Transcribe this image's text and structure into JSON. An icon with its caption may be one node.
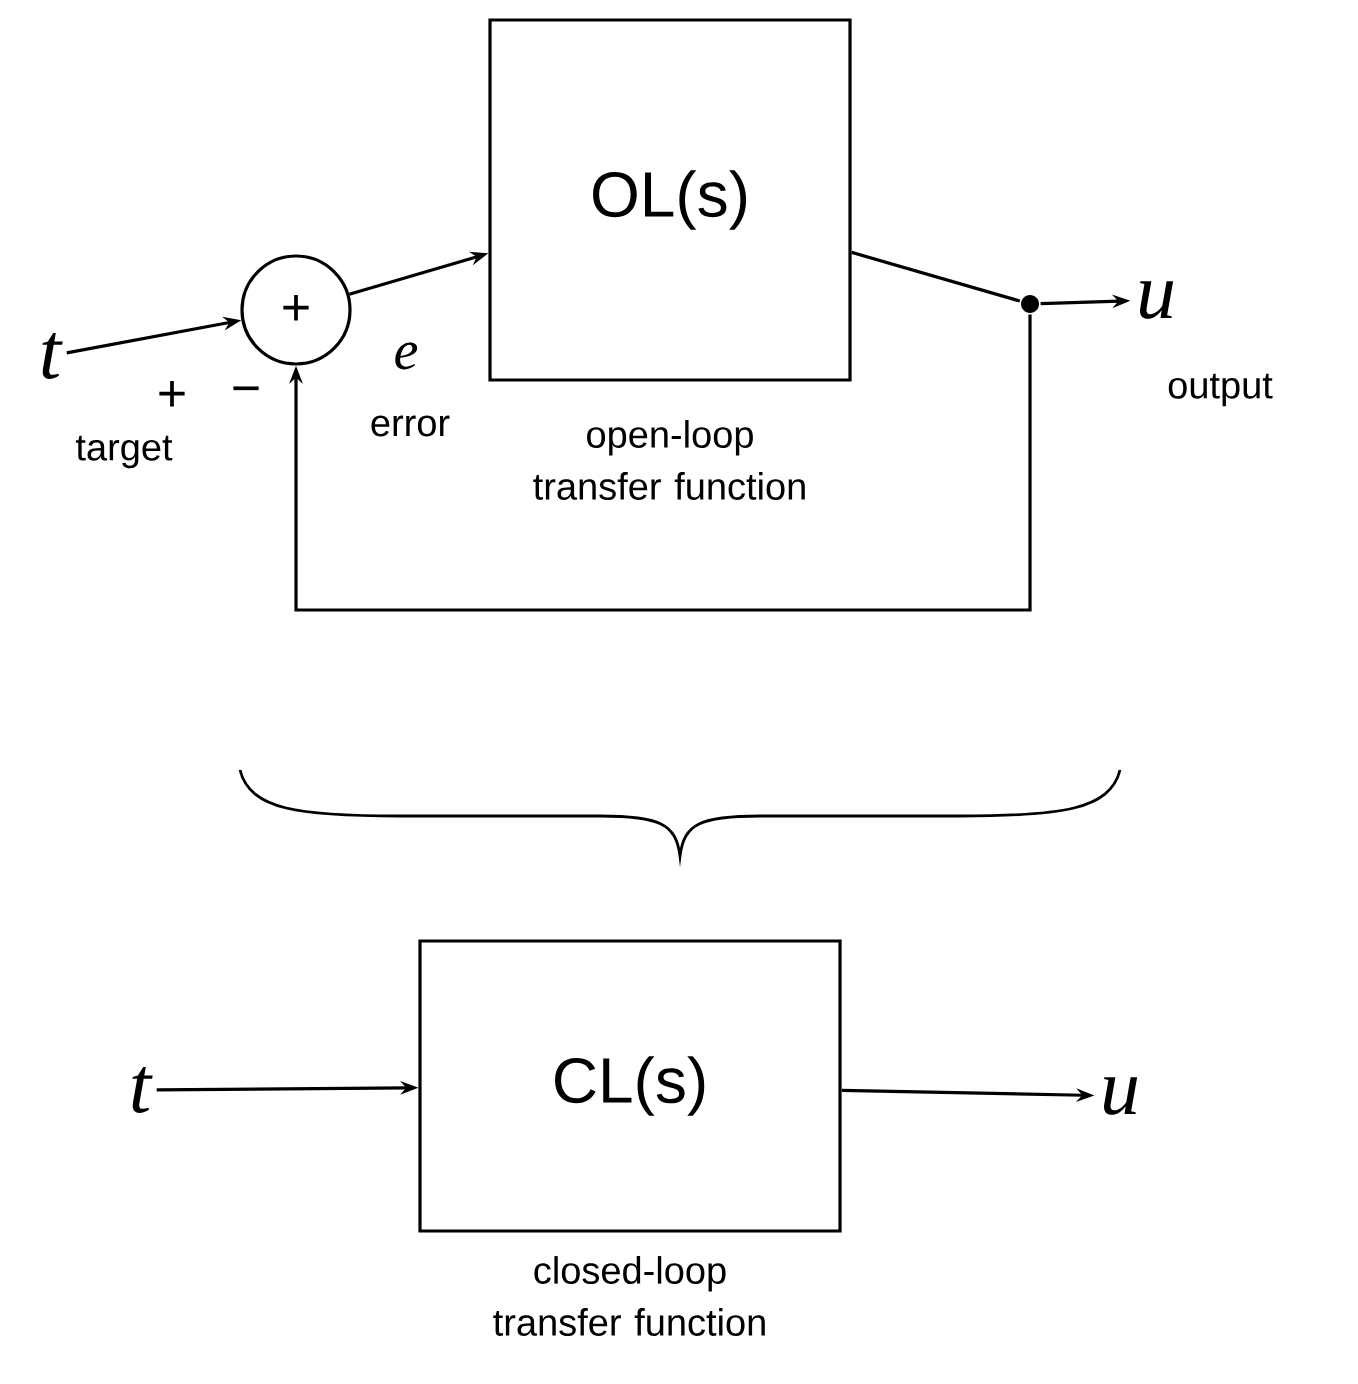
{
  "diagram": {
    "nodes": [
      {
        "text": [
          "t"
        ]
      },
      {
        "text": [
          "+"
        ]
      },
      {
        "text": [
          "OL(s)"
        ],
        "beside": [
          "open-loop transfer function"
        ]
      },
      {
        "text": [],
        "shape": "circle"
      },
      {
        "text": [
          "u"
        ],
        "beside": [
          "output"
        ]
      },
      {
        "text": [
          "t"
        ]
      },
      {
        "text": [
          "CL(s)"
        ],
        "beside": [
          "closed-loop transfer function"
        ]
      },
      {
        "text": [
          "u"
        ]
      }
    ],
    "edges": [
      {
        "from": 0,
        "to": 1,
        "arrow": "to"
      },
      {
        "from": 1,
        "to": 2,
        "arrow": "to",
        "label": "e"
      },
      {
        "from": 2,
        "to": 3,
        "arrow": "none"
      },
      {
        "from": 3,
        "to": 4,
        "arrow": "to"
      },
      {
        "from": 3,
        "to": 1,
        "arrow": "to"
      },
      {
        "from": 5,
        "to": 6,
        "arrow": "to"
      },
      {
        "from": 6,
        "to": 7,
        "arrow": "to"
      }
    ],
    "labels": [
      "+",
      "target",
      "−",
      "error"
    ]
  }
}
